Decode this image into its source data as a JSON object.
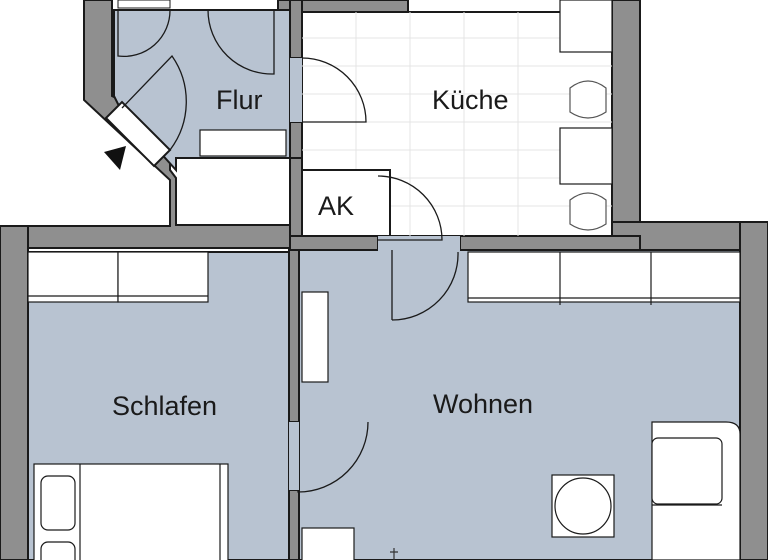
{
  "plan": {
    "colors": {
      "wall": "#8f8f8f",
      "floor_blue": "#b8c3d1",
      "floor_white": "#ffffff",
      "tile_line": "#e4e4e4",
      "outline": "#1a1a1a"
    },
    "rooms": [
      {
        "id": "flur",
        "label": "Flur"
      },
      {
        "id": "kueche",
        "label": "Küche"
      },
      {
        "id": "ak",
        "label": "AK"
      },
      {
        "id": "schlafen",
        "label": "Schlafen"
      },
      {
        "id": "wohnen",
        "label": "Wohnen"
      }
    ],
    "entrance_marker": "entrance-arrow"
  }
}
